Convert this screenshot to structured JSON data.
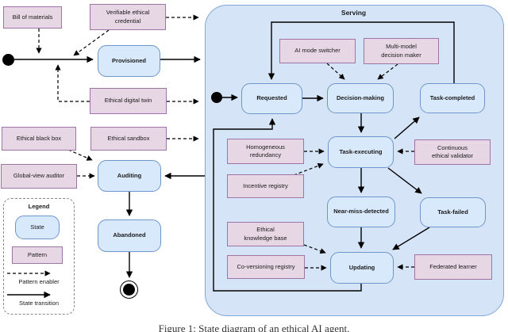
{
  "figure": {
    "caption": "Figure 1: State diagram of an ethical AI agent."
  },
  "serving_region": {
    "title": "Serving"
  },
  "states": {
    "provisioned": "Provisioned",
    "auditing": "Auditing",
    "abandoned": "Abandoned",
    "requested": "Requested",
    "decision_making": "Decision-making",
    "task_completed": "Task-completed",
    "task_executing": "Task-executing",
    "near_miss_detected": "Near-miss-detected",
    "task_failed": "Task-failed",
    "updating": "Updating"
  },
  "patterns": {
    "bill_of_materials": "Bill of materials",
    "verifiable_ethical_credential": "Verifiable ethical\ncredential",
    "ethical_digital_twin": "Ethical digital twin",
    "ethical_black_box": "Ethical black box",
    "ethical_sandbox": "Ethical sandbox",
    "global_view_auditor": "Global-view auditor",
    "ai_mode_switcher": "AI mode switcher",
    "multi_model_decision_maker": "Multi-model\ndecision maker",
    "homogeneous_redundancy": "Homogeneous\nredundancy",
    "incentive_registry": "Incentive registry",
    "continuous_ethical_validator": "Continuous\nethical validator",
    "ethical_knowledge_base": "Ethical\nknowledge base",
    "co_versioning_registry": "Co-versioning registry",
    "federated_learner": "Federated learner"
  },
  "legend": {
    "title": "Legend",
    "state": "State",
    "pattern": "Pattern",
    "pattern_enabler": "Pattern enabler",
    "state_transition": "State transition"
  },
  "colors": {
    "region_fill": "#d6e4f7",
    "region_border": "#7fa7da",
    "state_fill": "#d9e9fc",
    "state_border": "#6e96c8",
    "pattern_fill": "#e7d7e4",
    "pattern_border": "#9d74a3",
    "line": "#000000"
  }
}
